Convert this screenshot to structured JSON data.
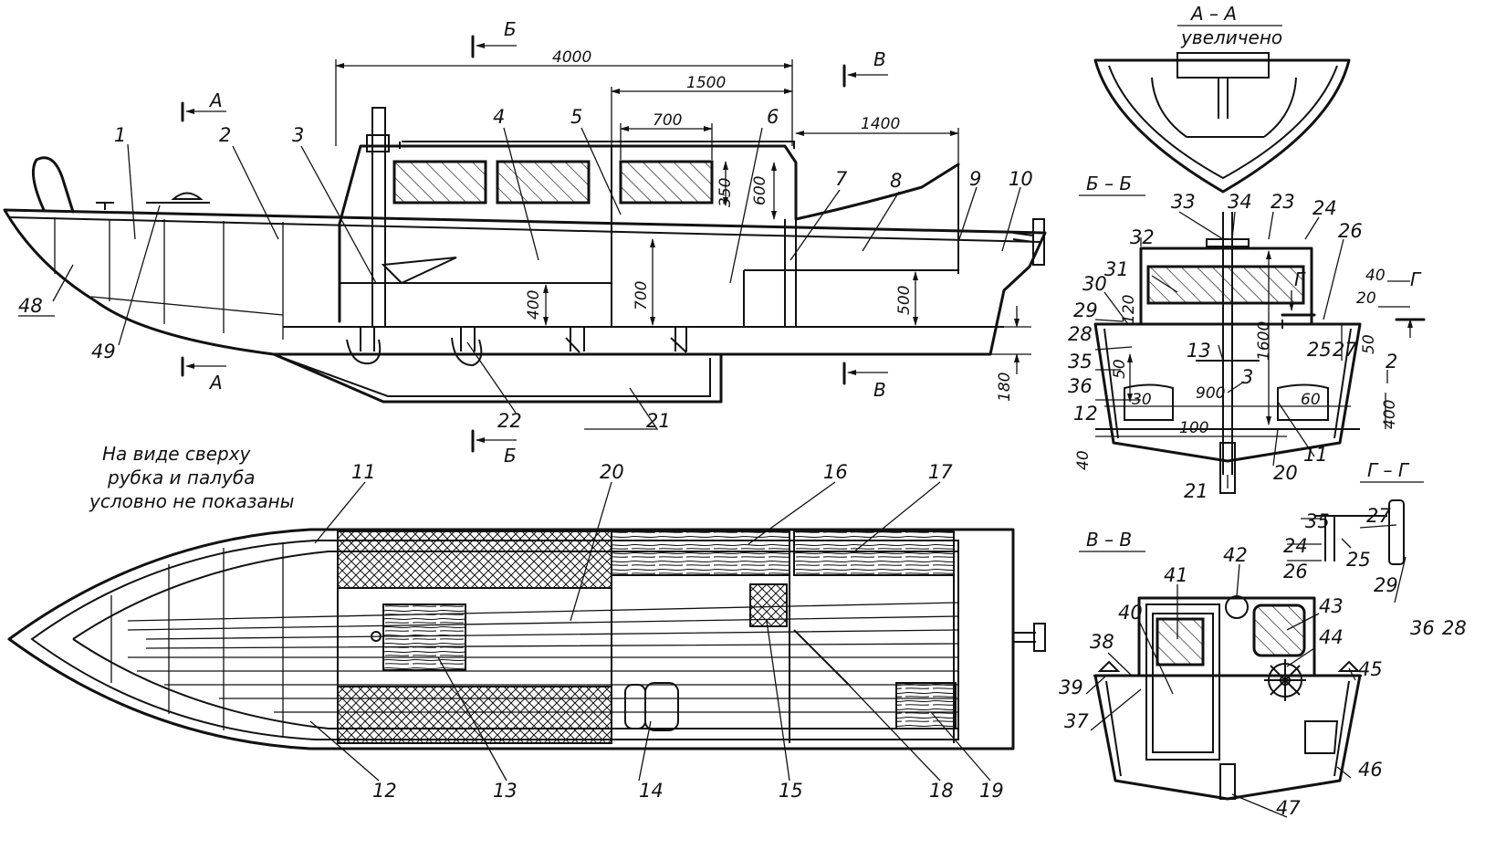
{
  "note": {
    "line1": "На виде сверху",
    "line2": "рубка и палуба",
    "line3": "условно не показаны"
  },
  "section_AA": {
    "title": "А – А",
    "subtitle": "увеличено"
  },
  "section_BB": {
    "title": "Б – Б"
  },
  "section_VV": {
    "title": "В – В"
  },
  "section_GG": {
    "title": "Г – Г"
  },
  "section_marks": {
    "A": "А",
    "B": "Б",
    "V": "В",
    "G": "Г"
  },
  "dimensions": {
    "d4000": "4000",
    "d1500": "1500",
    "d700w": "700",
    "d1400": "1400",
    "d350": "350",
    "d600": "600",
    "d700h": "700",
    "d400": "400",
    "d500": "500",
    "d180": "180",
    "bb120": "120",
    "bb1600": "1600",
    "bb50a": "50",
    "bb50b": "50",
    "bb30": "30",
    "bb900": "900",
    "bb100": "100",
    "bb40": "40",
    "bb60": "60",
    "bb400": "400",
    "gg40": "40",
    "gg20": "20"
  },
  "side_labels": {
    "n1": "1",
    "n2": "2",
    "n3": "3",
    "n4": "4",
    "n5": "5",
    "n6": "6",
    "n7": "7",
    "n8": "8",
    "n9": "9",
    "n10": "10",
    "n48": "48",
    "n49": "49",
    "n22": "22",
    "n21": "21"
  },
  "plan_labels": {
    "n11": "11",
    "n20": "20",
    "n16": "16",
    "n17": "17",
    "n12": "12",
    "n13": "13",
    "n14": "14",
    "n15": "15",
    "n18": "18",
    "n19": "19"
  },
  "bb_labels": {
    "n33": "33",
    "n34": "34",
    "n23": "23",
    "n24": "24",
    "n26": "26",
    "n32": "32",
    "n31": "31",
    "n30": "30",
    "n29": "29",
    "n28": "28",
    "n35": "35",
    "n36": "36",
    "n12": "12",
    "n13": "13",
    "n3": "3",
    "n25": "25",
    "n27": "27",
    "n2": "2",
    "n11": "11",
    "n20": "20",
    "n21": "21"
  },
  "gg_labels": {
    "n35": "35",
    "n27": "27",
    "n24": "24",
    "n26": "26",
    "n25": "25",
    "n29": "29",
    "n36": "36",
    "n28": "28"
  },
  "vv_labels": {
    "n42": "42",
    "n41": "41",
    "n43": "43",
    "n40": "40",
    "n44": "44",
    "n38": "38",
    "n45": "45",
    "n39": "39",
    "n37": "37",
    "n46": "46",
    "n47": "47"
  }
}
